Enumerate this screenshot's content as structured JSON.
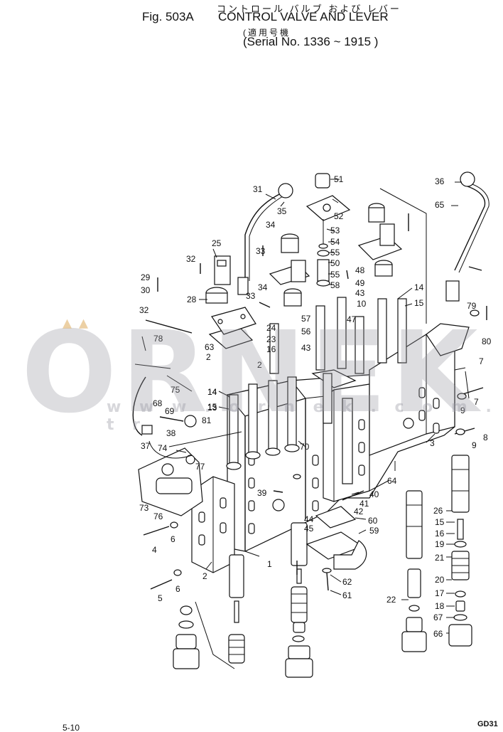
{
  "header": {
    "title_jp": "コントロール バルブ および レバー",
    "fig": "Fig. 503A",
    "title": "CONTROL VALVE AND LEVER",
    "applicable_jp": "(適用号機",
    "serial": "(Serial No. 1336 ~ 1915 )"
  },
  "footer": {
    "page": "5-10",
    "code": "GD31"
  },
  "watermark": {
    "text": "ORNEK",
    "url": "w w w . o r n e k . c o m . t r",
    "marks": "▴▴"
  },
  "callouts": [
    "51",
    "52",
    "53",
    "54",
    "55",
    "50",
    "55",
    "58",
    "48",
    "49",
    "43",
    "36",
    "65",
    "31",
    "35",
    "34",
    "33",
    "25",
    "32",
    "29",
    "30",
    "28",
    "33",
    "34",
    "32",
    "78",
    "63",
    "2",
    "24",
    "23",
    "16",
    "57",
    "56",
    "43",
    "10",
    "47",
    "14",
    "15",
    "14",
    "15",
    "79",
    "80",
    "7",
    "9",
    "7",
    "9",
    "8",
    "75",
    "14",
    "13",
    "68",
    "69",
    "81",
    "38",
    "37",
    "74",
    "77",
    "70",
    "2",
    "3",
    "73",
    "76",
    "6",
    "4",
    "39",
    "41",
    "42",
    "40",
    "44",
    "45",
    "60",
    "59",
    "64",
    "26",
    "15",
    "16",
    "19",
    "21",
    "20",
    "17",
    "18",
    "67",
    "66",
    "22",
    "61",
    "62",
    "2",
    "1",
    "5",
    "6"
  ]
}
